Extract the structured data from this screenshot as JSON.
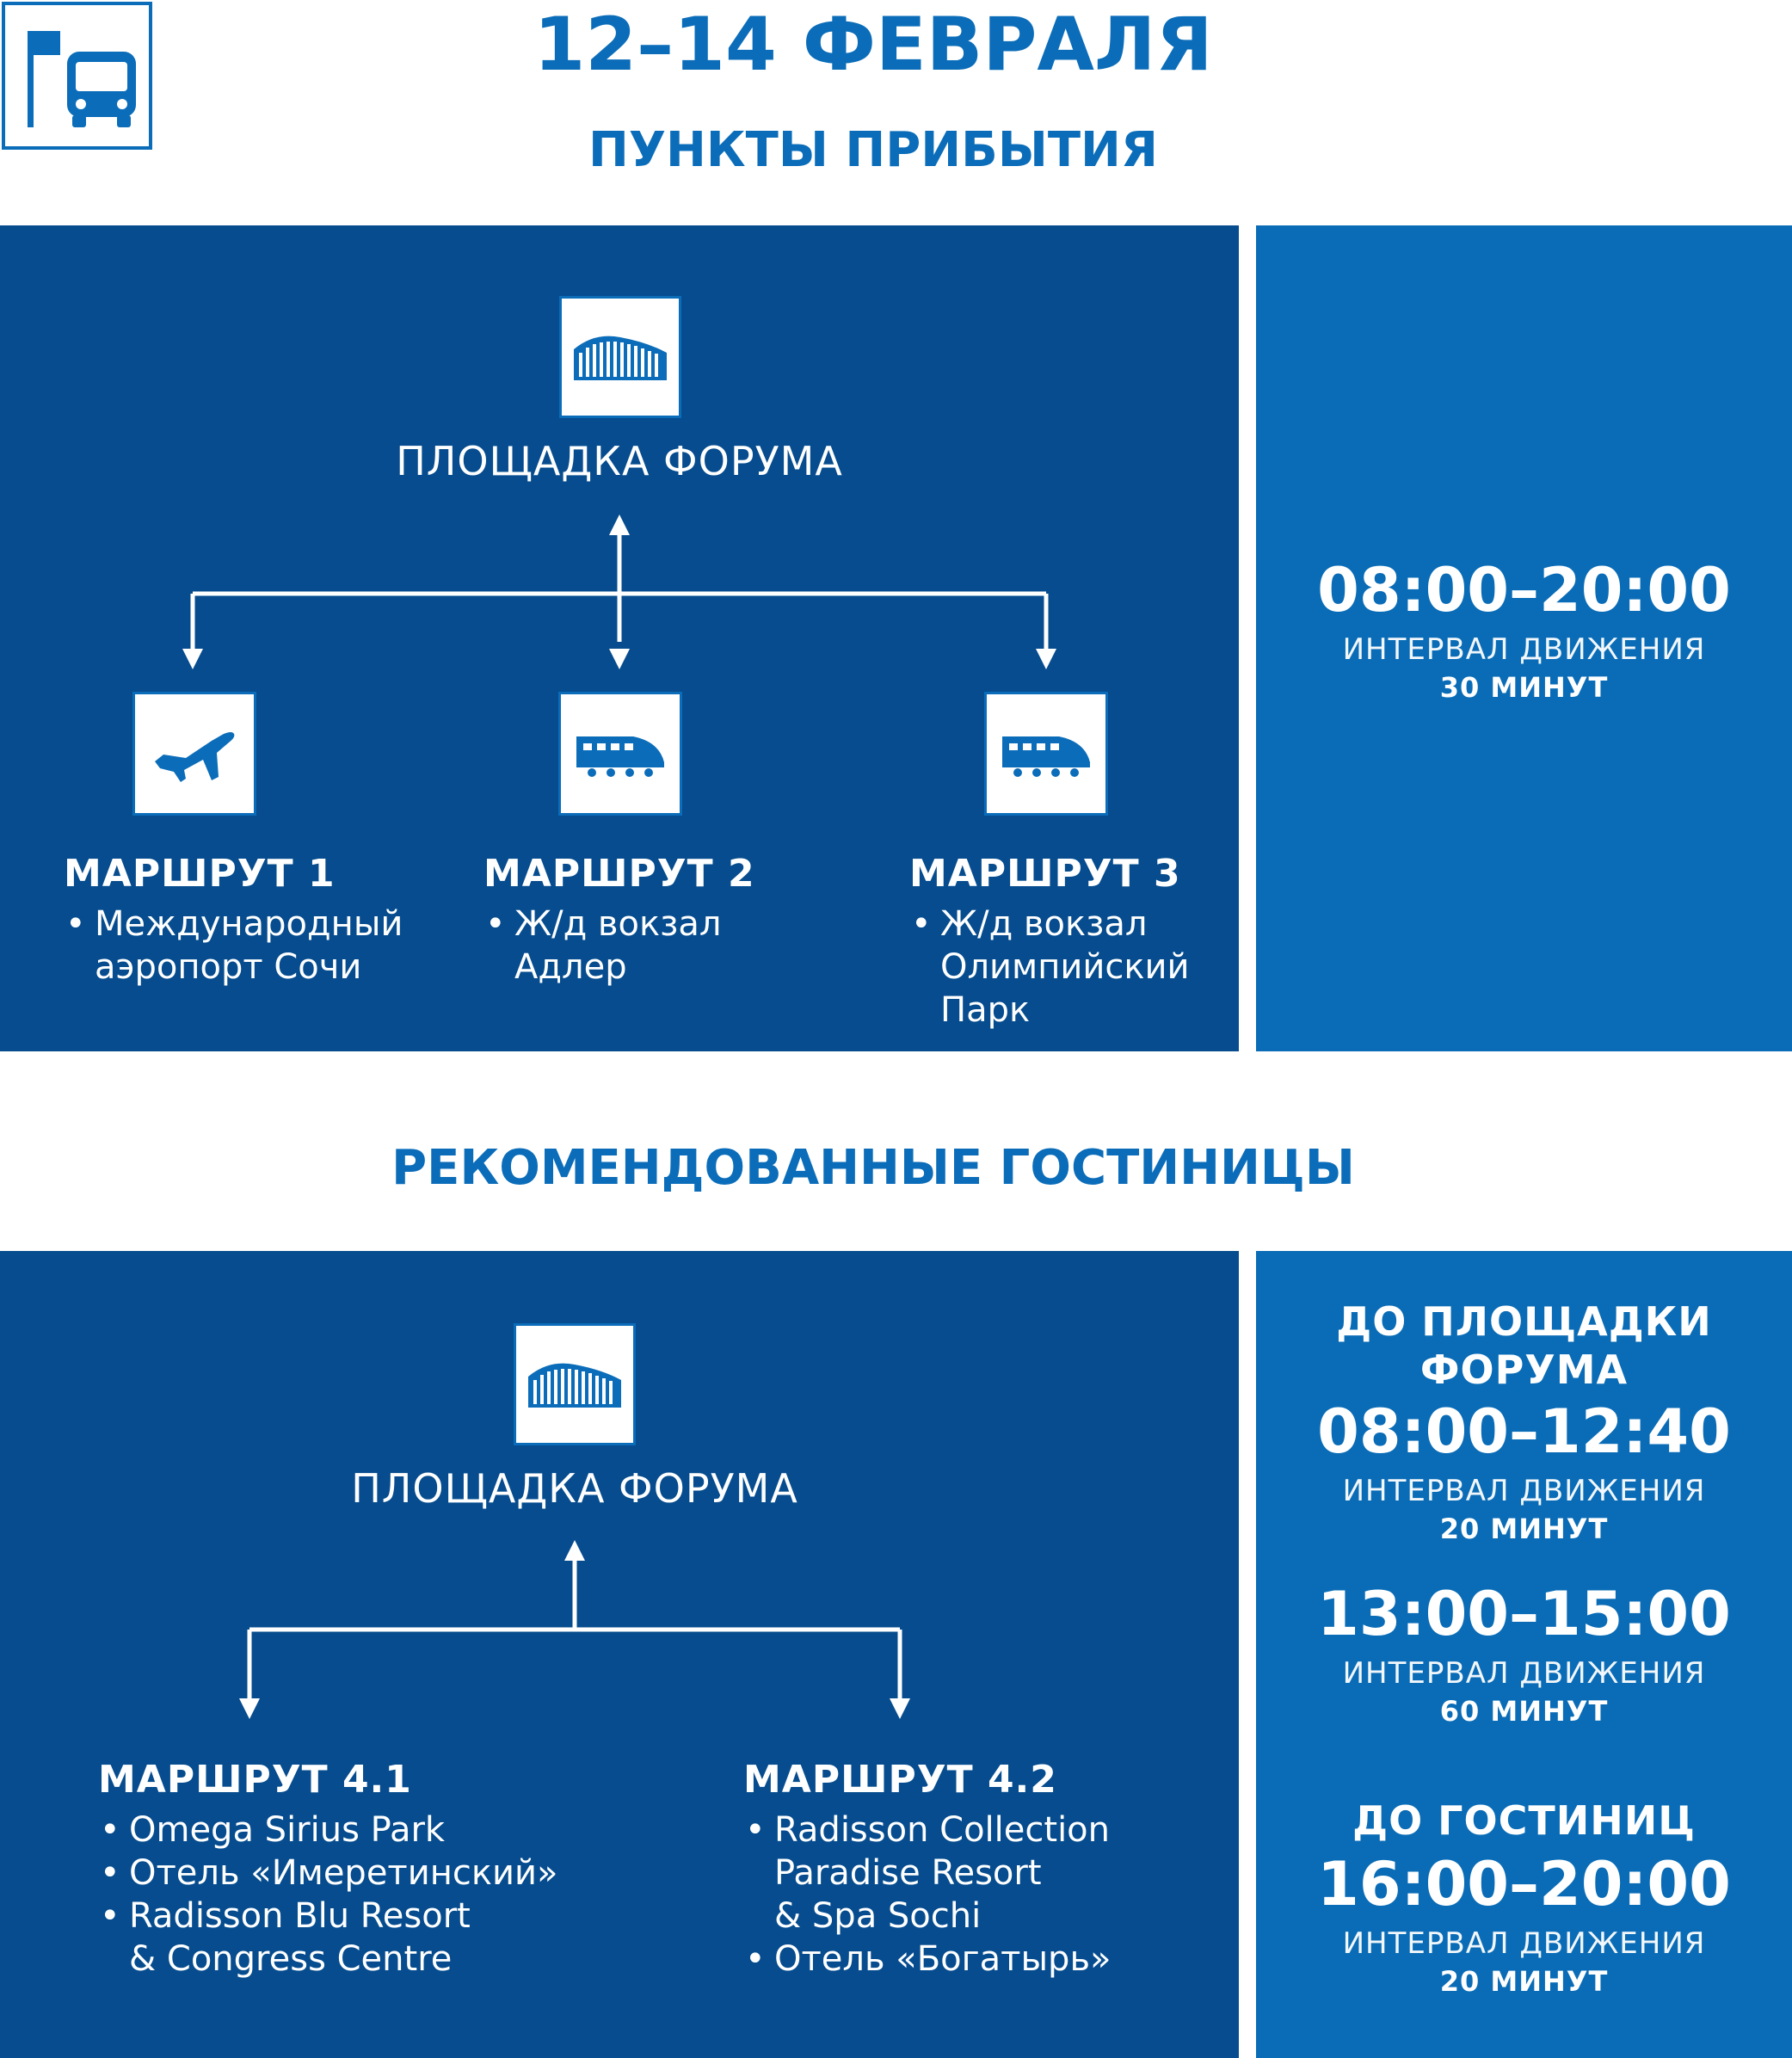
{
  "header": {
    "date_title": "12–14 ФЕВРАЛЯ",
    "section1_title": "ПУНКТЫ ПРИБЫТИЯ",
    "section2_title": "РЕКОМЕНДОВАННЫЕ ГОСТИНИЦЫ",
    "logo_icon": "bus-stop-icon"
  },
  "colors": {
    "brand_blue": "#0b6db9",
    "panel_dark": "#064c8e",
    "panel_light": "#0a6cb6",
    "text_on_panel": "#ffffff"
  },
  "arrivals": {
    "venue": {
      "label": "ПЛОЩАДКА ФОРУМА",
      "icon": "forum-venue-icon"
    },
    "routes": [
      {
        "title": "МАРШРУТ 1",
        "icon": "airplane-icon",
        "stops": [
          "Международный аэропорт Сочи"
        ],
        "lines": [
          "Международный",
          "аэропорт Сочи"
        ]
      },
      {
        "title": "МАРШРУТ 2",
        "icon": "train-icon",
        "stops": [
          "Ж/д вокзал Адлер"
        ],
        "lines": [
          "Ж/д вокзал",
          "Адлер"
        ]
      },
      {
        "title": "МАРШРУТ 3",
        "icon": "train-icon",
        "stops": [
          "Ж/д вокзал Олимпийский Парк"
        ],
        "lines": [
          "Ж/д вокзал",
          "Олимпийский",
          "Парк"
        ]
      }
    ],
    "schedule": {
      "time": "08:00–20:00",
      "interval_label": "ИНТЕРВАЛ ДВИЖЕНИЯ",
      "interval_value": "30 МИНУТ"
    }
  },
  "hotels": {
    "venue": {
      "label": "ПЛОЩАДКА ФОРУМА",
      "icon": "forum-venue-icon"
    },
    "routes": [
      {
        "title": "МАРШРУТ 4.1",
        "items": [
          {
            "line1": "Omega Sirius Park"
          },
          {
            "line1": "Отель «Имеретинский»"
          },
          {
            "line1": "Radisson Blu Resort",
            "line2": "& Congress Centre"
          }
        ]
      },
      {
        "title": "МАРШРУТ 4.2",
        "items": [
          {
            "line1": "Radisson Collection",
            "line2": "Paradise Resort",
            "line3": "& Spa Sochi"
          },
          {
            "line1": "Отель «Богатырь»"
          }
        ]
      }
    ],
    "schedule": {
      "to_venue_heading": "ДО ПЛОЩАДКИ ФОРУМА",
      "to_venue_heading_line1": "ДО ПЛОЩАДКИ",
      "to_venue_heading_line2": "ФОРУМА",
      "slots": [
        {
          "time": "08:00–12:40",
          "interval_label": "ИНТЕРВАЛ ДВИЖЕНИЯ",
          "interval_value": "20 МИНУТ"
        },
        {
          "time": "13:00–15:00",
          "interval_label": "ИНТЕРВАЛ ДВИЖЕНИЯ",
          "interval_value": "60 МИНУТ"
        }
      ],
      "to_hotels_heading": "ДО ГОСТИНИЦ",
      "to_hotels_slot": {
        "time": "16:00–20:00",
        "interval_label": "ИНТЕРВАЛ ДВИЖЕНИЯ",
        "interval_value": "20 МИНУТ"
      }
    }
  }
}
